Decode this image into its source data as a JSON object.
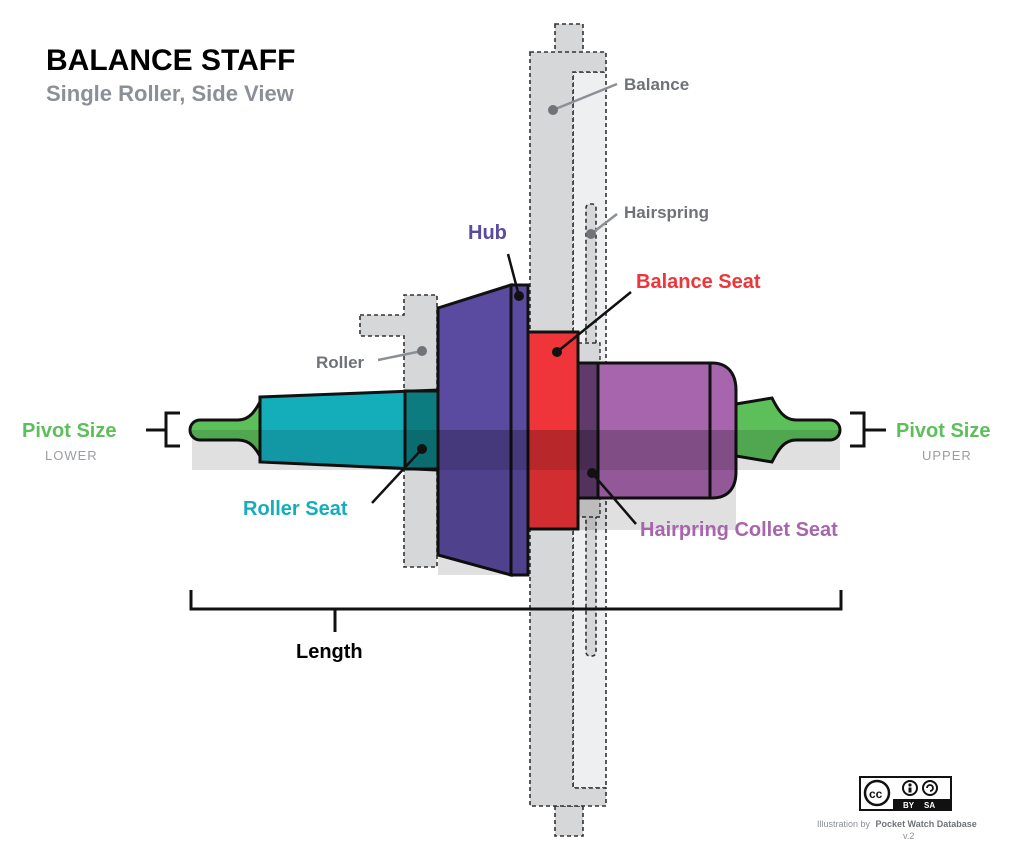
{
  "title": "BALANCE STAFF",
  "subtitle": "Single Roller, Side View",
  "labels": {
    "balance": "Balance",
    "hairspring": "Hairspring",
    "hub": "Hub",
    "balance_seat": "Balance Seat",
    "roller": "Roller",
    "roller_seat": "Roller Seat",
    "hairspring_collet_seat": "Hairpring Collet Seat",
    "pivot_size_lower": "Pivot Size",
    "lower": "LOWER",
    "pivot_size_upper": "Pivot Size",
    "upper": "UPPER",
    "length": "Length"
  },
  "license": {
    "cc": "cc",
    "by": "BY",
    "sa": "SA"
  },
  "credit": {
    "prefix": "Illustration by",
    "source": "Pocket Watch Database",
    "version": "v.2"
  },
  "colors": {
    "title": "#000000",
    "subtitle": "#8b9097",
    "part_gray_label": "#6f7378",
    "ghost_fill": "#d6d7d8",
    "ghost_light": "#eeeff1",
    "pivot_green": "#5cbf5a",
    "roller_seat_teal": "#14aebb",
    "hub_purple": "#5a4ba0",
    "balance_seat_red": "#ef3539",
    "collet_seat_violet": "#a765ad",
    "outline": "#111111"
  }
}
